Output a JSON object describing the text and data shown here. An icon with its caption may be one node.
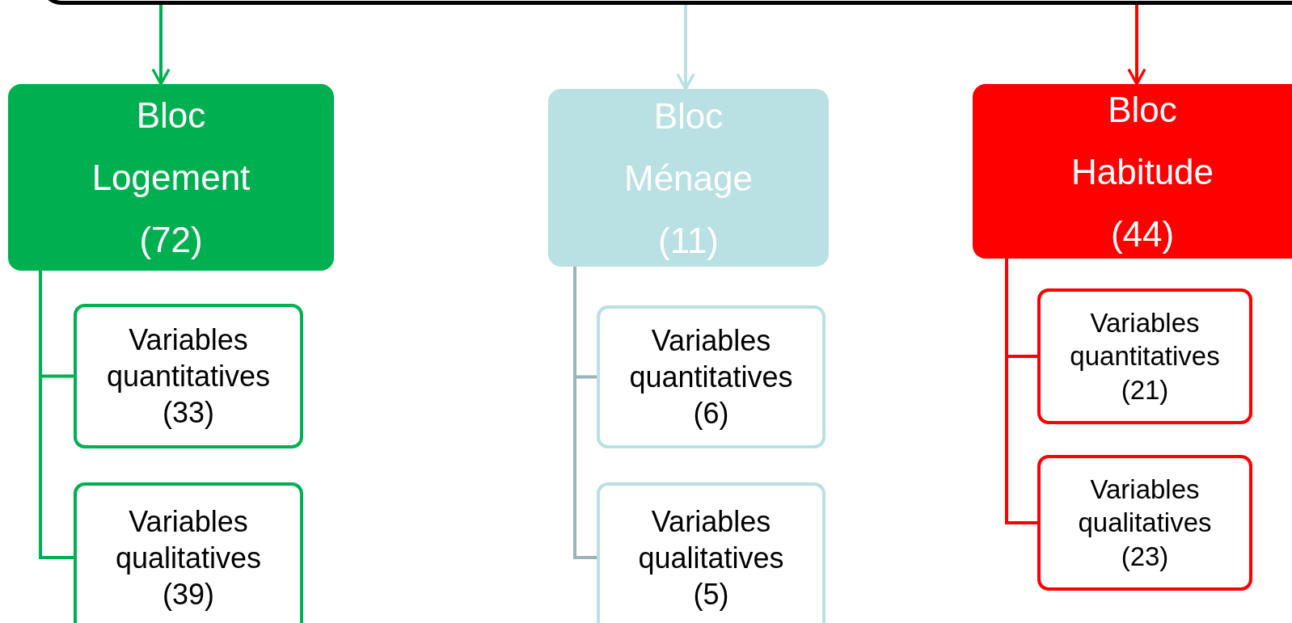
{
  "diagram": {
    "nodes": [
      {
        "text": [],
        "shape": "box"
      },
      {
        "text": [
          "Bloc Logement (72)"
        ]
      },
      {
        "text": [
          "Variables quantitatives (33)"
        ]
      },
      {
        "text": [
          "Variables qualitatives (39)"
        ]
      },
      {
        "text": [
          "Bloc Ménage (11)"
        ]
      },
      {
        "text": [
          "Variables quantitatives (6)"
        ]
      },
      {
        "text": [
          "Variables qualitatives (5)"
        ]
      },
      {
        "text": [
          "Bloc Habitude (44)"
        ]
      },
      {
        "text": [
          "Variables quantitatives (21)"
        ]
      },
      {
        "text": [
          "Variables qualitatives (23)"
        ]
      }
    ],
    "edges": [
      {
        "from": 0,
        "to": 1,
        "arrow": "to",
        "color": "#00b050"
      },
      {
        "from": 1,
        "to": 2,
        "arrow": "none",
        "color": "#00b050"
      },
      {
        "from": 1,
        "to": 3,
        "arrow": "none",
        "color": "#00b050"
      },
      {
        "from": 0,
        "to": 4,
        "arrow": "to",
        "color": "#b9e0e3"
      },
      {
        "from": 4,
        "to": 5,
        "arrow": "none",
        "color": "#9ab5b5"
      },
      {
        "from": 4,
        "to": 6,
        "arrow": "none",
        "color": "#9ab5b5"
      },
      {
        "from": 0,
        "to": 7,
        "arrow": "to",
        "color": "#ff0000"
      },
      {
        "from": 7,
        "to": 8,
        "arrow": "none",
        "color": "#ff0000"
      },
      {
        "from": 7,
        "to": 9,
        "arrow": "none",
        "color": "#ff0000"
      }
    ]
  }
}
